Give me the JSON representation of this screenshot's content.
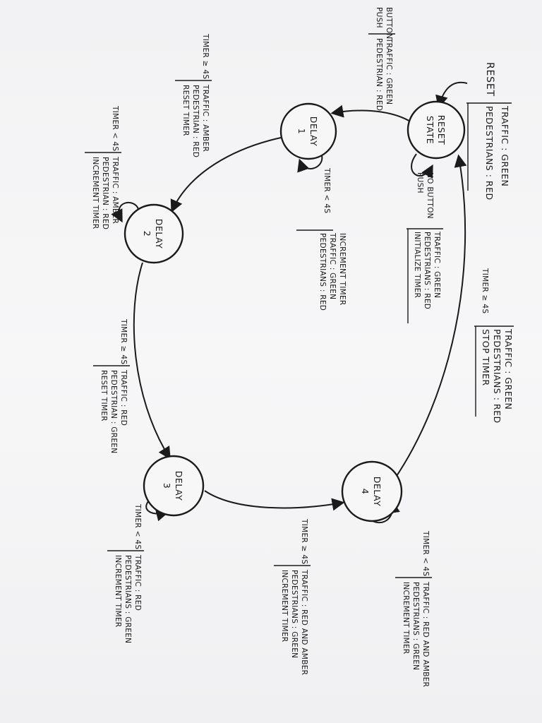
{
  "colors": {
    "ink": "#1a1a1a",
    "paper": "#f4f4f5"
  },
  "states": {
    "reset": {
      "line1": "RESET",
      "line2": "STATE"
    },
    "delay1": {
      "line1": "DELAY",
      "line2": "1"
    },
    "delay2": {
      "line1": "DELAY",
      "line2": "2"
    },
    "delay3": {
      "line1": "DELAY",
      "line2": "3"
    },
    "delay4": {
      "line1": "DELAY",
      "line2": "4"
    }
  },
  "entry": {
    "label": "RESET",
    "actions": [
      "TRAFFIC : GREEN",
      "PEDESTRIANS : RED"
    ]
  },
  "transitions": {
    "reset_to_d1": {
      "cond1": "BUTTON",
      "cond2": "PUSH",
      "actions": [
        "TRAFFIC : GREEN",
        "PEDESTRIAN : RED"
      ]
    },
    "reset_self": {
      "cond1": "NO BUTTON",
      "cond2": "PUSH",
      "actions": [
        "TRAFFIC : GREEN",
        "PEDESTRIANS : RED",
        "INITIALIZE TIMER"
      ]
    },
    "d1_self": {
      "cond": "TIMER < 4S",
      "actions": [
        "INCREMENT TIMER",
        "TRAFFIC : GREEN",
        "PEDESTRIANS : RED"
      ]
    },
    "d1_to_d2": {
      "cond": "TIMER ≥ 4S",
      "actions": [
        "TRAFFIC : AMBER",
        "PEDESTRIAN : RED",
        "RESET TIMER"
      ]
    },
    "d2_self": {
      "cond": "TIMER < 4S",
      "actions": [
        "TRAFFIC : AMBER",
        "PEDESTRIAN : RED",
        "INCREMENT TIMER"
      ]
    },
    "d2_to_d3": {
      "cond": "TIMER ≥ 4S",
      "actions": [
        "TRAFFIC : RED",
        "PEDESTRIAN : GREEN",
        "RESET TIMER"
      ]
    },
    "d3_self": {
      "cond": "TIMER < 4S",
      "actions": [
        "TRAFFIC : RED",
        "PEDESTRIANS : GREEN",
        "INCREMENT TIMER"
      ]
    },
    "d3_to_d4": {
      "cond": "TIMER ≥ 4S",
      "actions": [
        "TRAFFIC : RED AND AMBER",
        "PEDESTRIANS : GREEN",
        "INCREMENT TIMER"
      ]
    },
    "d4_self": {
      "cond": "TIMER < 4S",
      "actions": [
        "TRAFFIC : RED AND AMBER",
        "PEDESTRIANS : GREEN",
        "INCREMENT TIMER"
      ]
    },
    "d4_to_reset": {
      "cond": "TIMER ≥ 4S",
      "actions": [
        "TRAFFIC : GREEN",
        "PEDESTRIANS : RED",
        "STOP TIMER"
      ]
    }
  }
}
